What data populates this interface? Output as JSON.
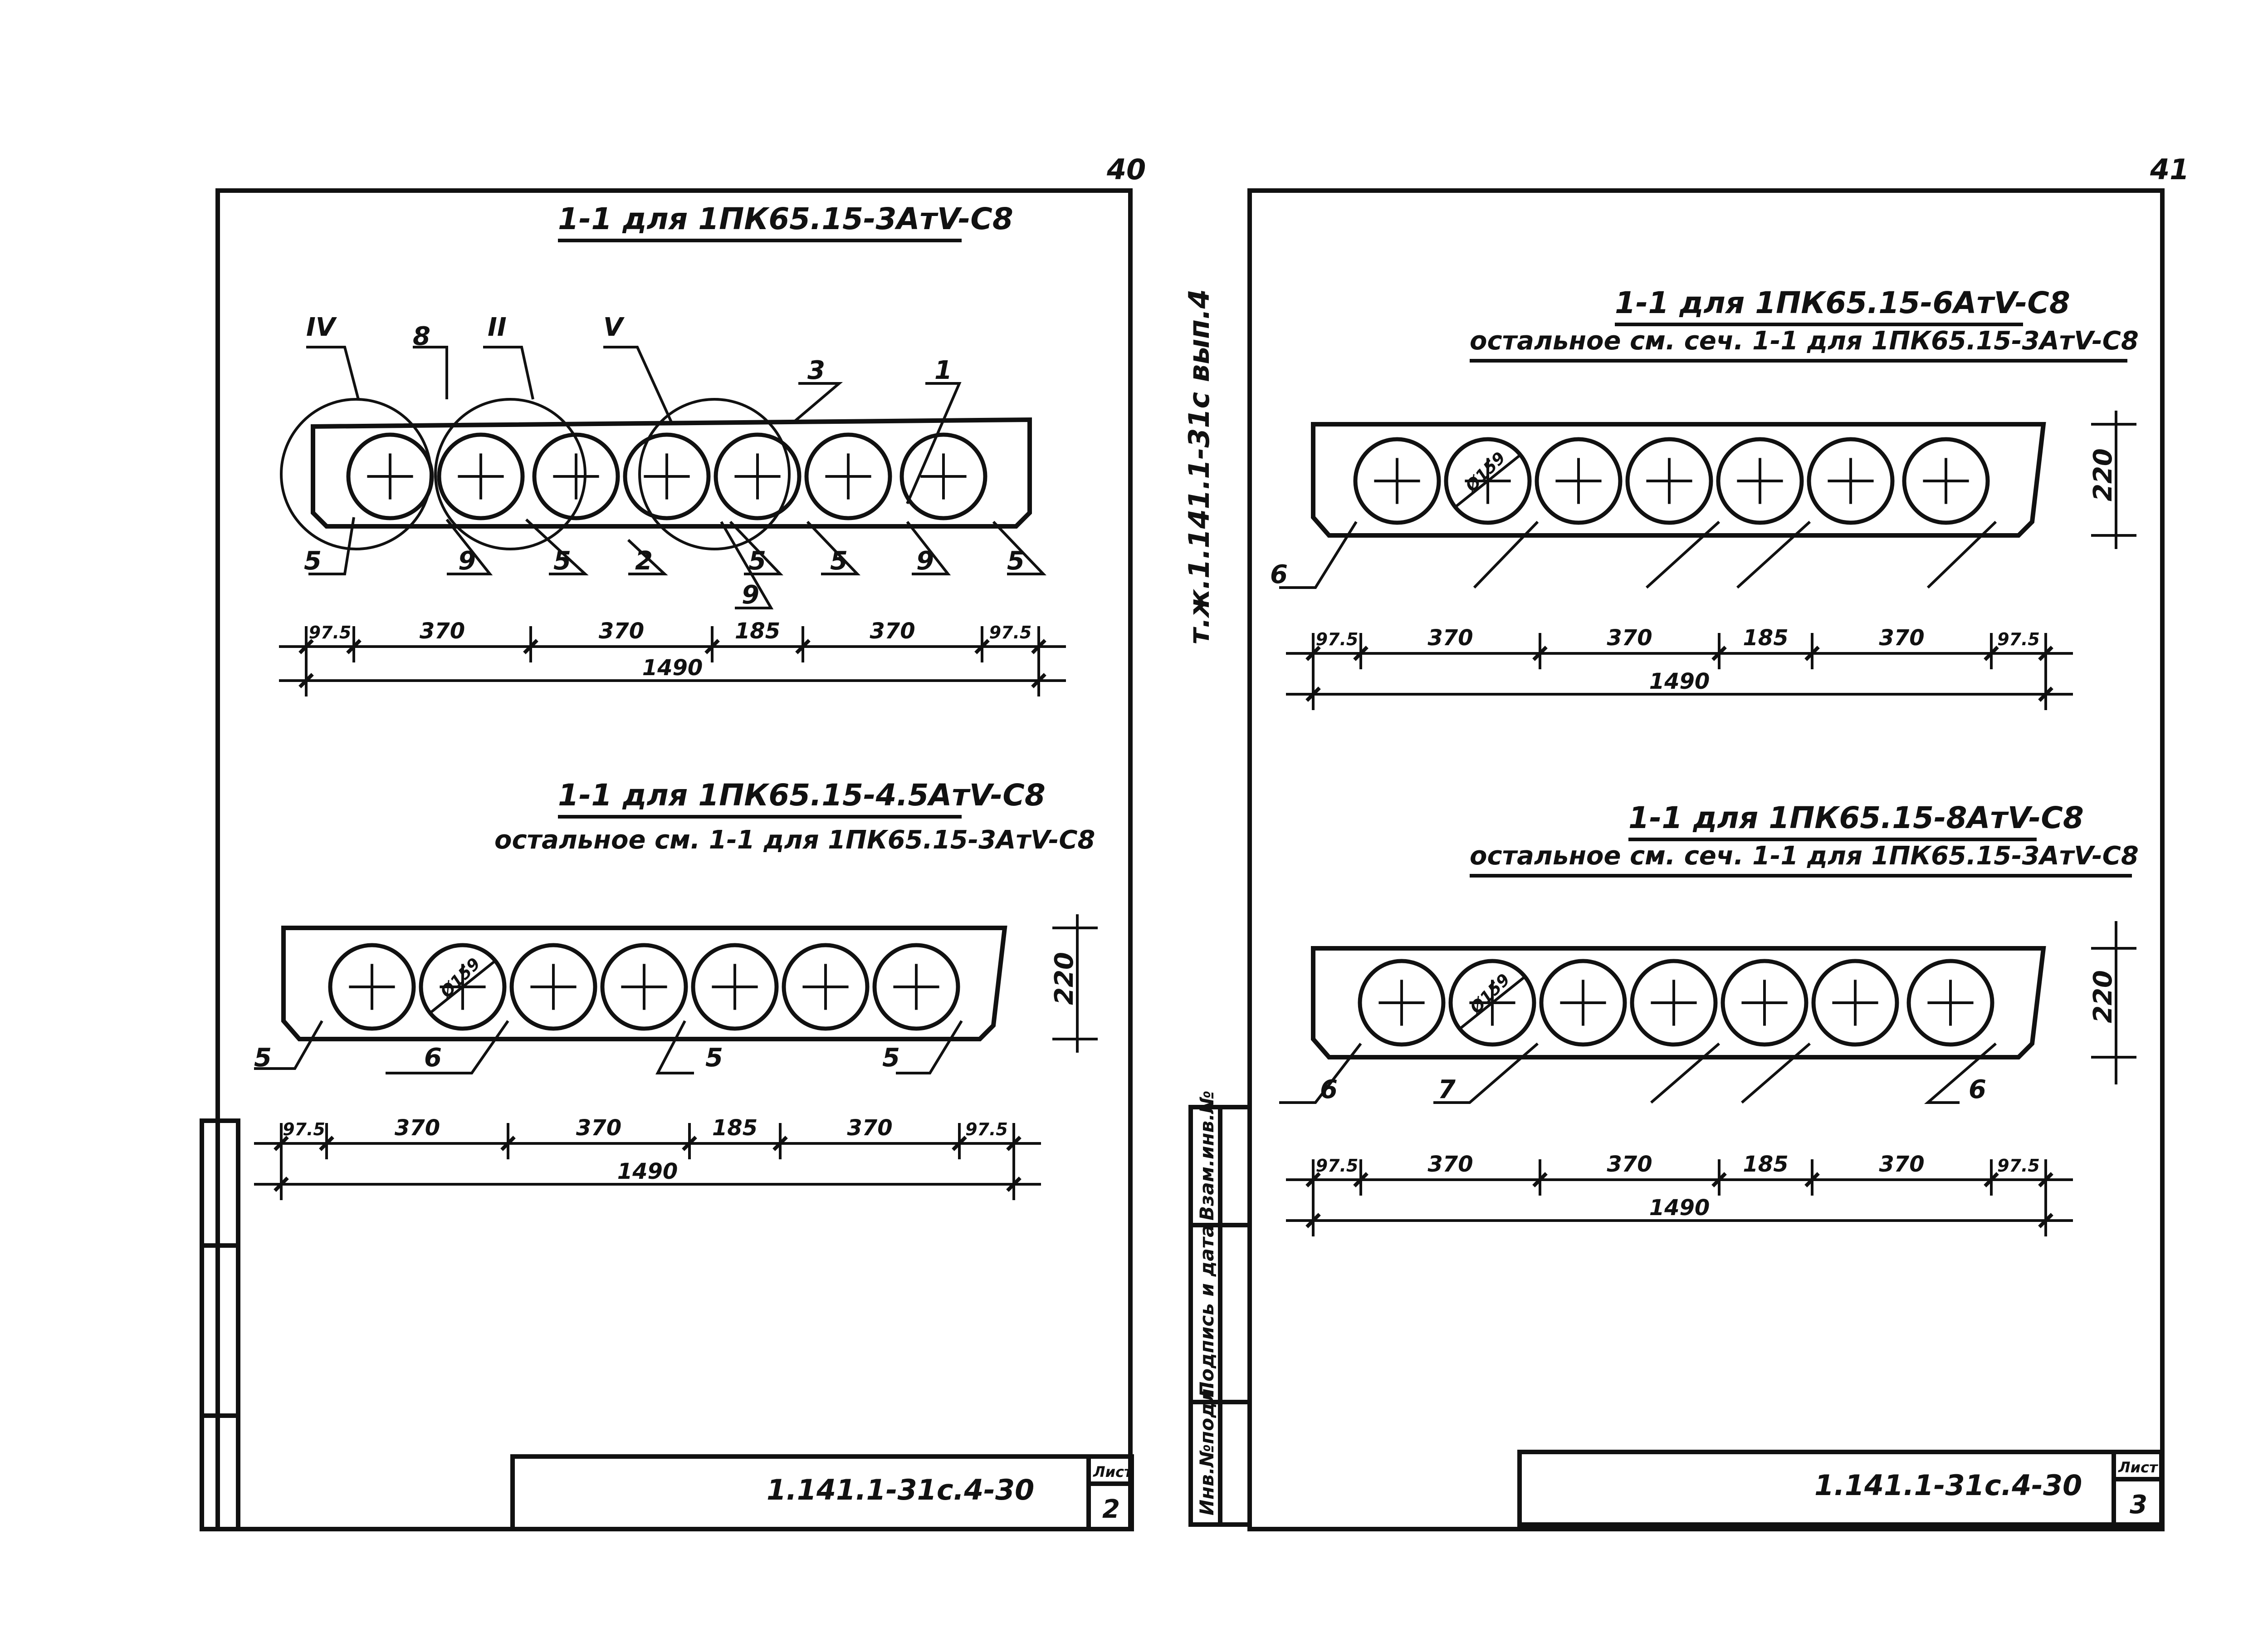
{
  "page_numbers": {
    "left": "40",
    "right": "41"
  },
  "spine_label": "т.ж.1.141.1-31с  вып.4",
  "stamp_labels": [
    "Инв.№подл.",
    "Подпись и дата",
    "Взам.инв.№"
  ],
  "left_sheet": {
    "doc_code": "1.141.1-31с.4-30",
    "sheet_label": "Лист",
    "sheet_no": "2",
    "section_a": {
      "title": "1-1 для 1ПК65.15-3АтV-С8",
      "callouts_top": [
        "IV",
        "8",
        "II",
        "V",
        "3",
        "1"
      ],
      "callouts_bottom": [
        "5",
        "9",
        "5",
        "2",
        "5",
        "5",
        "9",
        "5",
        "9"
      ],
      "dims": [
        "97.5",
        "370",
        "370",
        "185",
        "370",
        "97.5"
      ],
      "total": "1490"
    },
    "section_b": {
      "title": "1-1 для 1ПК65.15-4.5АтV-С8",
      "subtitle": "остальное см. 1-1 для 1ПК65.15-3АтV-С8",
      "hole_label": "Ø159",
      "height": "220",
      "callouts": [
        "5",
        "6",
        "5",
        "5"
      ],
      "dims": [
        "97.5",
        "370",
        "370",
        "185",
        "370",
        "97.5"
      ],
      "total": "1490"
    }
  },
  "right_sheet": {
    "doc_code": "1.141.1-31с.4-30",
    "sheet_label": "Лист",
    "sheet_no": "3",
    "section_c": {
      "title": "1-1 для 1ПК65.15-6АтV-С8",
      "subtitle": "остальное см. сеч. 1-1 для 1ПК65.15-3АтV-С8",
      "hole_label": "Ø159",
      "height": "220",
      "callouts": [
        "6"
      ],
      "dims": [
        "97.5",
        "370",
        "370",
        "185",
        "370",
        "97.5"
      ],
      "total": "1490"
    },
    "section_d": {
      "title": "1-1 для 1ПК65.15-8АтV-С8",
      "subtitle": "остальное см. сеч. 1-1 для 1ПК65.15-3АтV-С8",
      "hole_label": "Ø159",
      "height": "220",
      "callouts": [
        "6",
        "7",
        "6"
      ],
      "dims": [
        "97.5",
        "370",
        "370",
        "185",
        "370",
        "97.5"
      ],
      "total": "1490"
    }
  }
}
